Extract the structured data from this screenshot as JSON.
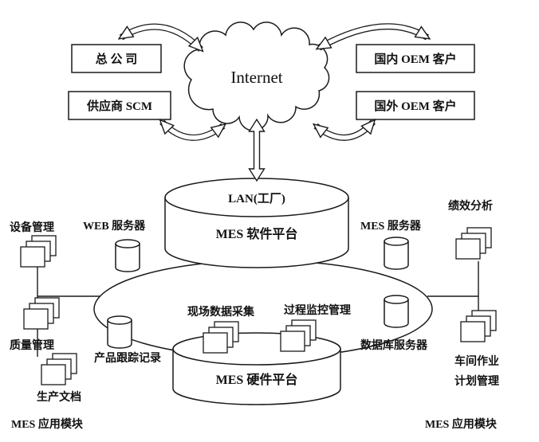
{
  "cloud": {
    "label": "Internet"
  },
  "boxes": {
    "hq": {
      "label": "总 公 司"
    },
    "scm": {
      "label": "供应商 SCM"
    },
    "oem_cn": {
      "label": "国内 OEM 客户"
    },
    "oem_intl": {
      "label": "国外 OEM 客户"
    }
  },
  "platform": {
    "lan": "LAN(工厂)",
    "software": "MES 软件平台",
    "hardware": "MES 硬件平台"
  },
  "servers": {
    "web": "WEB 服务器",
    "mes": "MES 服务器",
    "db": "数据库服务器",
    "tracking": "产品跟踪记录"
  },
  "ring": {
    "data_collection": "现场数据采集",
    "process_monitoring": "过程监控管理"
  },
  "modules": {
    "equipment": "设备管理",
    "quality": "质量管理",
    "production_docs": "生产文档",
    "performance": "绩效分析",
    "workshop_line1": "车间作业",
    "workshop_line2": "计划管理"
  },
  "footer": {
    "left": "MES 应用模块",
    "right": "MES 应用模块"
  },
  "colors": {
    "stroke": "#1a1a1a",
    "background": "#ffffff"
  }
}
